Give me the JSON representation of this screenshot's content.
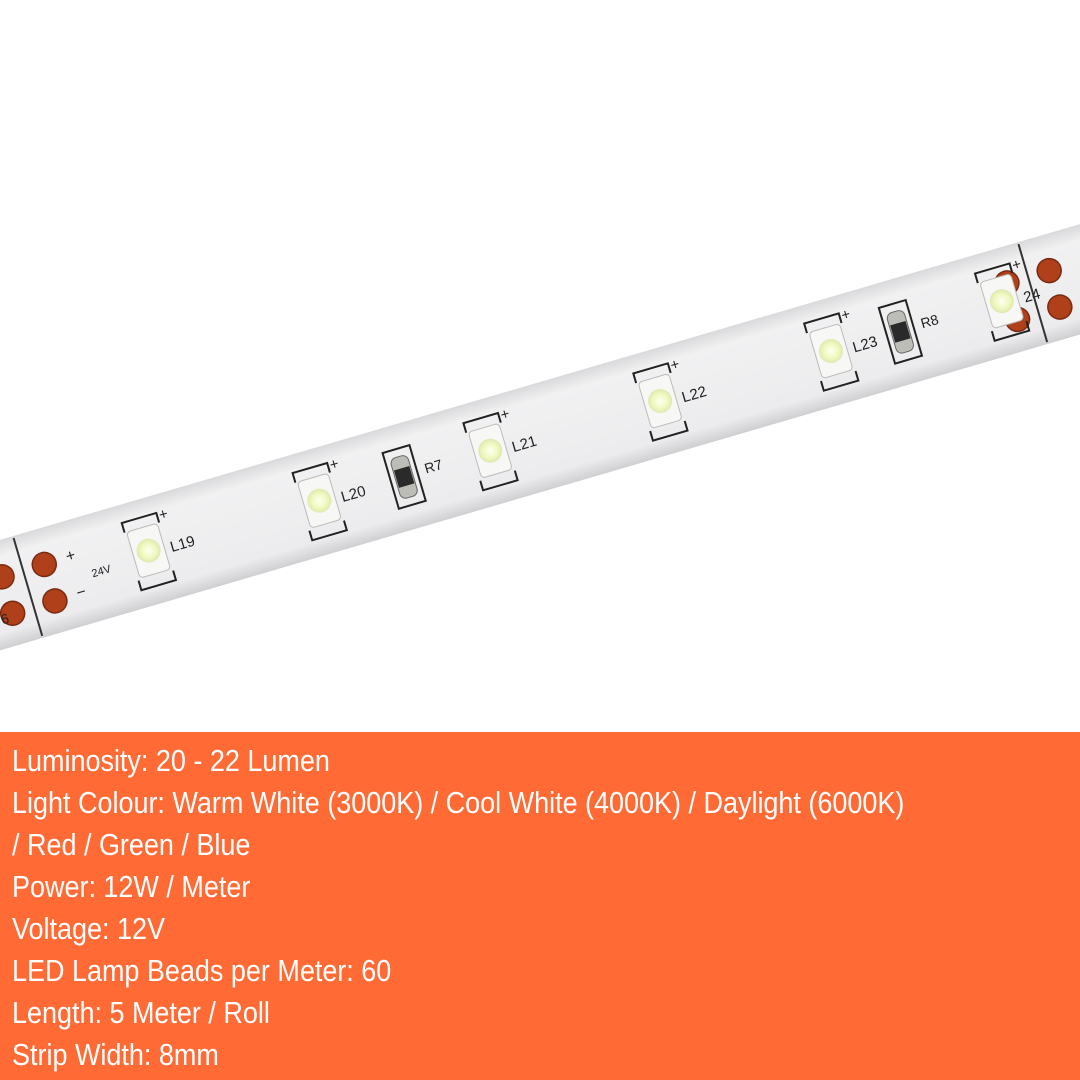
{
  "colors": {
    "banner": "#FF6A35",
    "text": "#FFFFFF",
    "strip": "#EEEEEF",
    "pad": "#B0401A",
    "led": "#F4FBD0"
  },
  "strip_labels": {
    "leds": [
      "L19",
      "L20",
      "L21",
      "L22",
      "L23",
      "24"
    ],
    "resistors": [
      "R7",
      "R8"
    ],
    "voltage_mark": "24V",
    "left_pad_label": "6",
    "plus": "+",
    "minus": "−"
  },
  "specs": [
    "Luminosity: 20 - 22 Lumen",
    "Light Colour: Warm White (3000K) / Cool White (4000K) / Daylight (6000K)",
    "/ Red / Green / Blue",
    "Power: 12W / Meter",
    "Voltage: 12V",
    "LED Lamp Beads per Meter: 60",
    "Length: 5 Meter / Roll",
    "Strip Width: 8mm"
  ]
}
